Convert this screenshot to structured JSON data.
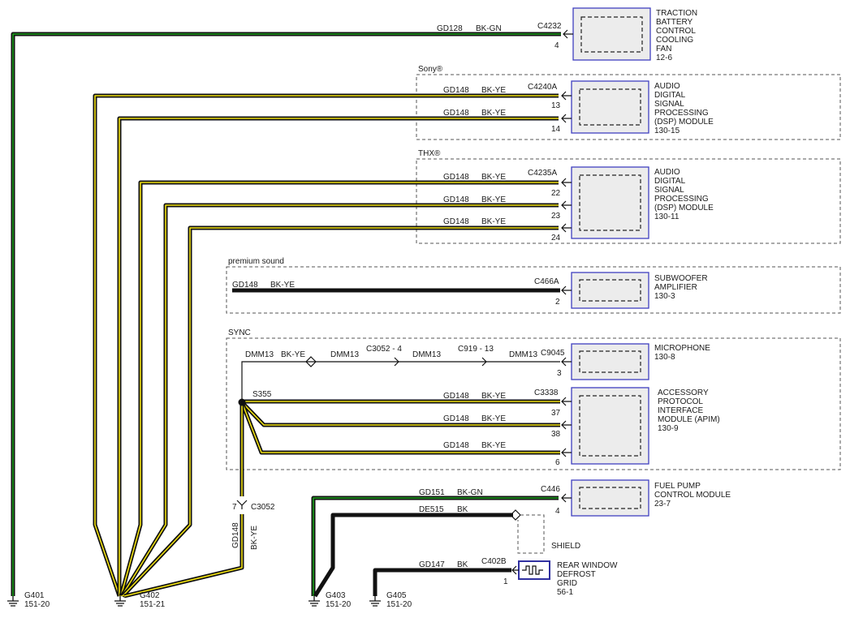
{
  "modules": [
    {
      "id": "traction",
      "lines": [
        "TRACTION",
        "BATTERY",
        "CONTROL",
        "COOLING",
        "FAN",
        "12-6"
      ]
    },
    {
      "id": "dsp_sony",
      "lines": [
        "AUDIO",
        "DIGITAL",
        "SIGNAL",
        "PROCESSING",
        "(DSP) MODULE",
        "130-15"
      ]
    },
    {
      "id": "dsp_thx",
      "lines": [
        "AUDIO",
        "DIGITAL",
        "SIGNAL",
        "PROCESSING",
        "(DSP) MODULE",
        "130-11"
      ]
    },
    {
      "id": "subwoofer",
      "lines": [
        "SUBWOOFER",
        "AMPLIFIER",
        "130-3"
      ]
    },
    {
      "id": "microphone",
      "lines": [
        "MICROPHONE",
        "130-8"
      ]
    },
    {
      "id": "apim",
      "lines": [
        "ACCESSORY",
        "PROTOCOL",
        "INTERFACE",
        "MODULE (APIM)",
        "130-9"
      ]
    },
    {
      "id": "fuel_pump",
      "lines": [
        "FUEL PUMP",
        "CONTROL MODULE",
        "23-7"
      ]
    },
    {
      "id": "rear_defrost",
      "lines": [
        "REAR WINDOW",
        "DEFROST",
        "GRID",
        "56-1"
      ]
    }
  ],
  "option_groups": {
    "sony": "Sony®",
    "thx": "THX®",
    "premium_sound": "premium sound",
    "sync": "SYNC"
  },
  "circuits": {
    "gd128": "GD128",
    "gd148": "GD148",
    "gd151": "GD151",
    "gd147": "GD147",
    "de515": "DE515",
    "dmm13": "DMM13"
  },
  "colors_text": {
    "bk_gn": "BK-GN",
    "bk_ye": "BK-YE",
    "bk": "BK"
  },
  "connectors": {
    "c4232": "C4232",
    "c4240a": "C4240A",
    "c4235a": "C4235A",
    "c466a": "C466A",
    "c9045": "C9045",
    "c3338": "C3338",
    "c446": "C446",
    "c402b": "C402B",
    "c3052_4": "C3052 - 4",
    "c919_13": "C919 - 13",
    "c3052": "C3052"
  },
  "pins": {
    "p4a": "4",
    "p13": "13",
    "p14": "14",
    "p22": "22",
    "p23": "23",
    "p24": "24",
    "p2": "2",
    "p3": "3",
    "p37": "37",
    "p38": "38",
    "p6": "6",
    "p7": "7",
    "p4b": "4",
    "p1": "1"
  },
  "splice": "S355",
  "shield": "SHIELD",
  "grounds": [
    {
      "name": "G401",
      "ref": "151-20"
    },
    {
      "name": "G402",
      "ref": "151-21"
    },
    {
      "name": "G403",
      "ref": "151-20"
    },
    {
      "name": "G405",
      "ref": "151-20"
    }
  ],
  "colors": {
    "wire_black": "#111111",
    "wire_yellow": "#f0e010",
    "wire_green": "#1aa01a",
    "module_border": "#4040c0",
    "module_fill": "#ececec"
  }
}
